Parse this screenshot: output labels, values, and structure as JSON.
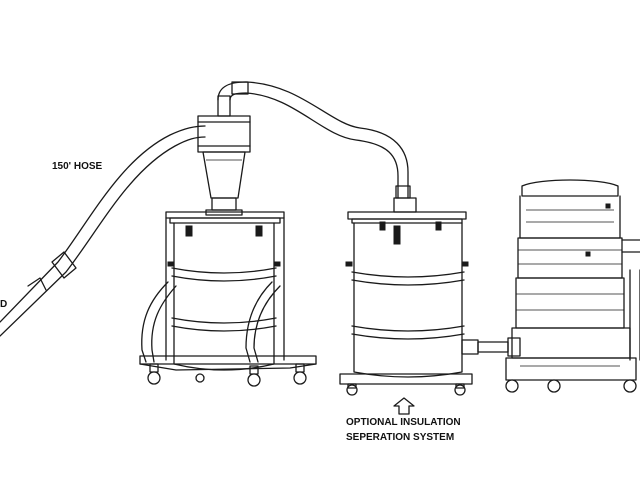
{
  "labels": {
    "hose": "150' HOSE",
    "partial_left": "D",
    "optional_line1": "OPTIONAL INSULATION",
    "optional_line2": "SEPERATION SYSTEM"
  },
  "colors": {
    "line": "#1a1a1a",
    "background": "#ffffff"
  }
}
